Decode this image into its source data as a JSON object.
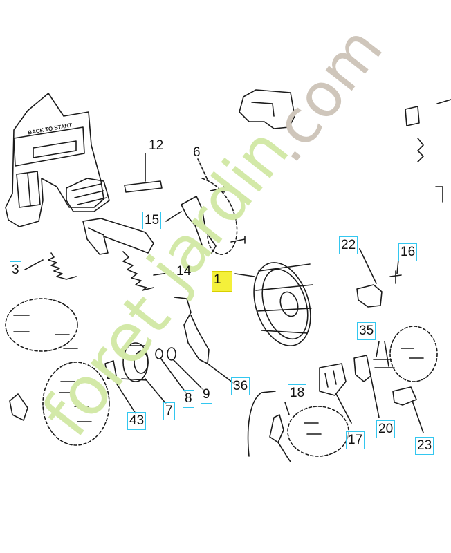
{
  "diagram": {
    "label_text": "BACK TO START",
    "parts": {
      "p12": "12",
      "p6": "6",
      "p15": "15",
      "p3": "3",
      "p14": "14",
      "p1": "1",
      "p22": "22",
      "p16": "16",
      "p35": "35",
      "p7": "7",
      "p8": "8",
      "p9": "9",
      "p36": "36",
      "p43": "43",
      "p18": "18",
      "p17": "17",
      "p20": "20",
      "p23": "23"
    }
  },
  "watermark": {
    "part1": "foret",
    "part2": "jardin",
    "part3": ".com",
    "colors": {
      "green": "#d3e9a8",
      "grey": "#cfc6bb"
    }
  },
  "colors": {
    "callout_border": "#33c7f0",
    "highlight": "#f4f03a",
    "line": "#1a1a1a"
  }
}
